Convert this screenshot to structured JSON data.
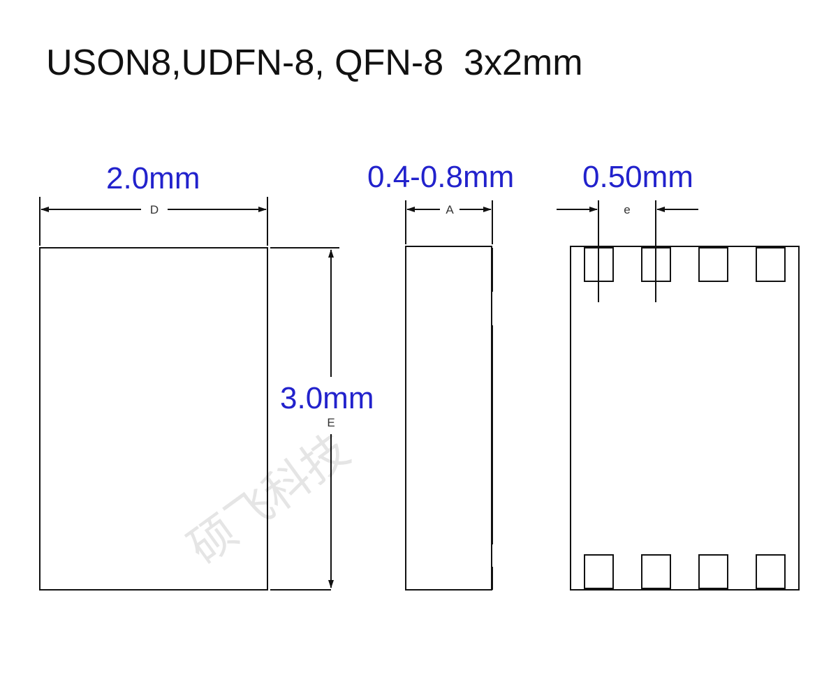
{
  "title": "USON8,UDFN-8, QFN-8  3x2mm",
  "dimensions": {
    "width_value": "2.0mm",
    "width_symbol": "D",
    "height_value": "3.0mm",
    "height_symbol": "E",
    "thickness_value": "0.4-0.8mm",
    "thickness_symbol": "A",
    "pitch_value": "0.50mm",
    "pitch_symbol": "e"
  },
  "watermark": "硕飞科技",
  "colors": {
    "dimension_text": "#2222cc",
    "outline": "#111111",
    "symbol_text": "#333333"
  }
}
